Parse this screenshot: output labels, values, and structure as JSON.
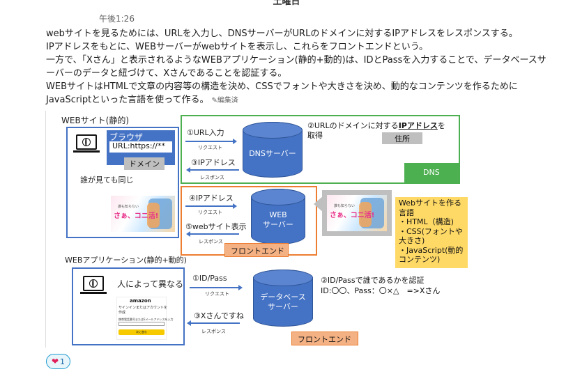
{
  "day_label": "土曜日",
  "message": {
    "timestamp": "午後1:26",
    "lines": [
      "webサイトを見るためには、URLを入力し、DNSサーバーがURLのドメインに対するIPアドレスをレスポンスする。",
      "IPアドレスをもとに、WEBサーバーがwebサイトを表示し、これらをフロントエンドという。",
      "一方で、「Xさん」と表示されるようなWEBアプリケーション(静的+動的)は、IDとPassを入力することで、データベースサ",
      "ーバーのデータと紐づけて、Xさんであることを認証する。",
      "WEBサイトはHTMLで文章の内容等の構造を決め、CSSでフォントや大きさを決め、動的なコンテンツを作るために",
      "JavaScriptといった言語を使って作る。"
    ],
    "edited_label": "編集済",
    "edited_icon": "pencil-icon"
  },
  "diagram": {
    "website_title": "WEBサイト(静的)",
    "browser_label": "ブラウザ",
    "url_label": "URL:https://**",
    "domain_label": "ドメイン",
    "same_for_all": "誰が見ても同じ",
    "step1": "①URL入力",
    "request": "リクエスト",
    "step3": "③IPアドレス",
    "response": "レスポンス",
    "dns_server": "DNSサーバー",
    "step2_prefix": "②URLのドメインに対する",
    "step2_bold": "IPアドレス",
    "step2_suffix": "を",
    "step2_line2": "取得",
    "address_label": "住所",
    "dns_label": "DNS",
    "step4": "④IPアドレス",
    "step5": "⑤webサイト表示",
    "web_server_1": "WEB",
    "web_server_2": "サーバー",
    "frontend": "フロントエンド",
    "thumb_text": "さぁ、コニ活!",
    "thumb_small": "誰も知らない",
    "lang_title_1": "Webサイトを作る",
    "lang_title_2": "言語",
    "lang_html": "・HTML（構造)",
    "lang_css_1": "・CSS(フォントや",
    "lang_css_2": "大きさ)",
    "lang_js_1": "・JavaScript(動的",
    "lang_js_2": "コンテンツ)",
    "webapp_title": "WEBアプリケーション(静的+動的)",
    "differs_by_person": "人によって異なる",
    "amazon_logo": "amazon",
    "signin_text_1": "サインインまたはアカウントを",
    "signin_text_2": "作成",
    "signin_field": "携帯電話番号またはEメールアドレスを入力",
    "signin_button": "次に進む",
    "app_step1": "①ID/Pass",
    "app_step3": "③Xさんですね",
    "db_server_1": "データベース",
    "db_server_2": "サーバー",
    "app_step2_1": "②ID/Passで誰であるかを認証",
    "app_step2_2": "ID:〇〇、Pass：〇×△　=>Xさん",
    "frontend_2": "フロントエンド"
  },
  "reaction": {
    "emoji": "heart-icon",
    "count": "1"
  },
  "colors": {
    "blue": "#4472c4",
    "green": "#4caf50",
    "orange": "#ed7d31",
    "dns_fill": "#4caf50",
    "frontend_fill": "#f4b183",
    "note_fill": "#ffd966",
    "gray_label": "#bfbfbf"
  }
}
